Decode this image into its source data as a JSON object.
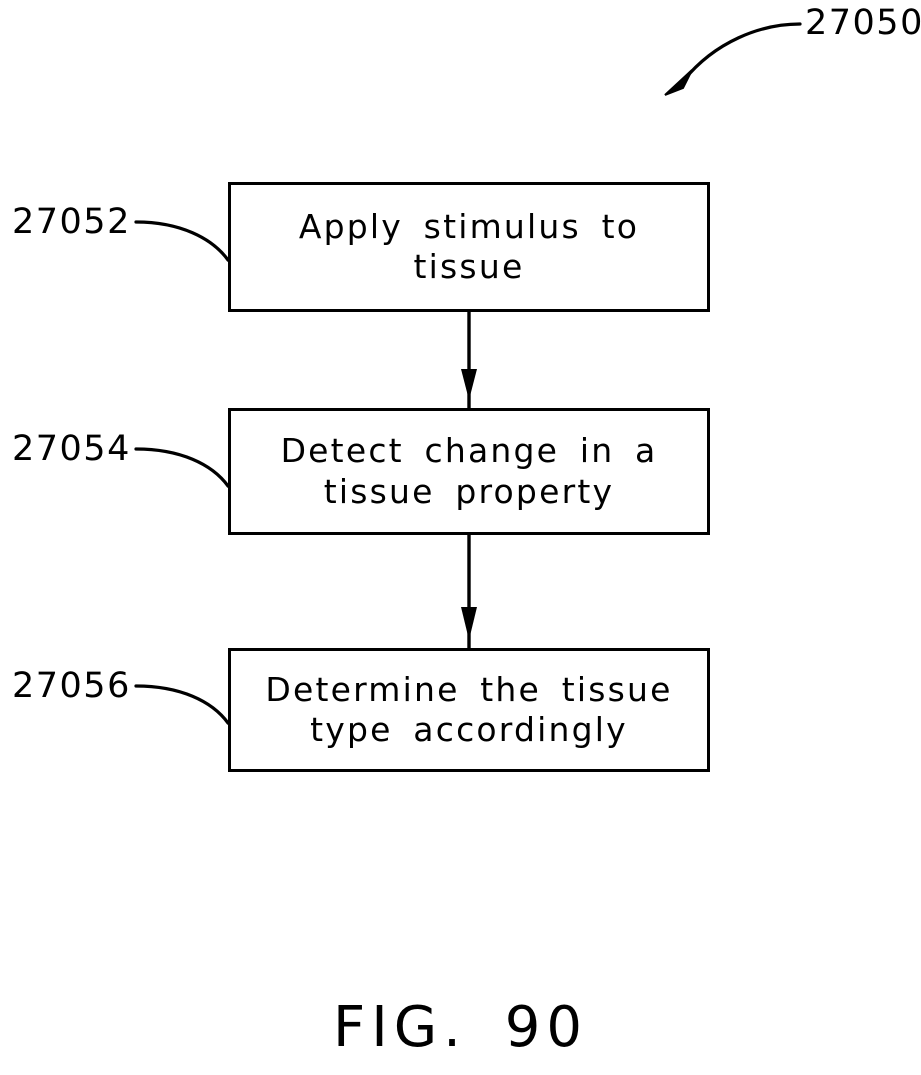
{
  "figure": {
    "caption": "FIG. 90",
    "overall_ref": "27050"
  },
  "steps": [
    {
      "ref": "27052",
      "label": "Apply stimulus to tissue",
      "line1": "Apply stimulus to",
      "line2": "tissue"
    },
    {
      "ref": "27054",
      "label": "Detect change in a tissue property",
      "line1": "Detect change in a",
      "line2": "tissue property"
    },
    {
      "ref": "27056",
      "label": "Determine the tissue type accordingly",
      "line1": "Determine the tissue",
      "line2": "type accordingly"
    }
  ],
  "connectors": [
    {
      "from": "27052",
      "to": "27054",
      "kind": "arrow-down"
    },
    {
      "from": "27054",
      "to": "27056",
      "kind": "arrow-down"
    }
  ],
  "colors": {
    "ink": "#000000",
    "paper": "#ffffff"
  }
}
